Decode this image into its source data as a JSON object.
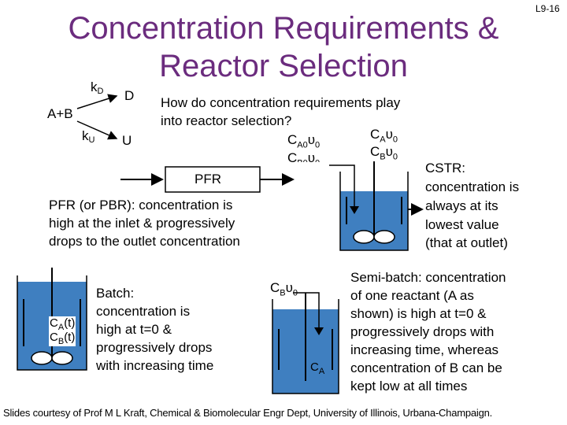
{
  "slide": {
    "page_number": "L9-16",
    "title_line1": "Concentration Requirements &",
    "title_line2": "Reactor Selection",
    "question_line1": "How do concentration requirements play",
    "question_line2": "into reactor selection?",
    "pfr_box_label": "PFR",
    "pfr_text": [
      "PFR (or PBR): concentration is",
      "high at the inlet & progressively",
      "drops to the outlet concentration"
    ],
    "cstr_text": [
      "CSTR:",
      "concentration is",
      "always at its",
      "lowest value",
      "(that at outlet)"
    ],
    "batch_text": [
      "Batch:",
      "concentration is",
      "high at t=0 &",
      "progressively drops",
      "with increasing time"
    ],
    "semibatch_text": [
      "Semi-batch: concentration",
      "of one reactant (A as",
      "shown) is high at t=0 &",
      "progressively drops with",
      "increasing time, whereas",
      "concentration of B can be",
      "kept low at all times"
    ],
    "footer": "Slides courtesy of Prof M L Kraft, Chemical & Biomolecular Engr Dept, University of Illinois, Urbana-Champaign."
  },
  "reaction": {
    "reactant": "A+B",
    "rate_d": "k",
    "rate_d_sub": "D",
    "rate_u": "k",
    "rate_u_sub": "U",
    "product_d": "D",
    "product_u": "U"
  },
  "labels": {
    "c": "C",
    "v": "υ",
    "sub_a0": "A0",
    "sub_b0": "B0",
    "sub_a": "A",
    "sub_b": "B",
    "zero": "0",
    "t_paren": "(t)"
  },
  "colors": {
    "title": "#6b2c7e",
    "tank_fill": "#3f7fc0",
    "arrow": "#000000"
  }
}
